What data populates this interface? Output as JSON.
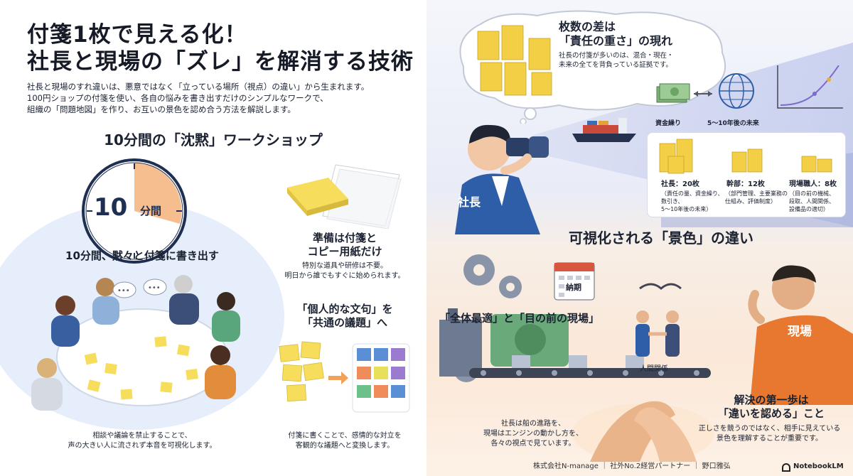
{
  "left": {
    "title_line1": "付箋1枚で見える化！",
    "title_line2": "社長と現場の「ズレ」を解消する技術",
    "intro_line1": "社長と現場のすれ違いは、悪意ではなく「立っている場所（視点）の違い」から生まれます。",
    "intro_line2": "100円ショップの付箋を使い、各自の悩みを書き出すだけのシンプルなワークで、",
    "intro_line3": "組織の「問題地図」を作り、お互いの景色を認め合う方法を解説します。",
    "workshop_title": "10分間の「沈黙」ワークショップ",
    "timer_number": "10",
    "timer_unit": "分間",
    "workshop_caption": "10分間、黙々と付箋に書き出す",
    "workshop_note_line1": "相談や議論を禁止することで、",
    "workshop_note_line2": "声の大きい人に流されず本音を可視化します。",
    "prep_title_line1": "準備は付箋と",
    "prep_title_line2": "コピー用紙だけ",
    "prep_desc_line1": "特別な道具や研修は不要。",
    "prep_desc_line2": "明日から誰でもすぐに始められます。",
    "conv_title_line1": "「個人的な文句」を",
    "conv_title_line2": "「共通の議題」へ",
    "conv_desc_line1": "付箋に書くことで、感情的な対立を",
    "conv_desc_line2": "客観的な議題へと変換します。"
  },
  "right": {
    "bubble_title_line1": "枚数の差は",
    "bubble_title_line2": "「責任の重さ」の現れ",
    "bubble_desc_line1": "社長の付箋が多いのは、混合・現在・",
    "bubble_desc_line2": "未来の全てを背負っている証拠です。",
    "money_label": "資金繰り",
    "future_label": "5〜10年後の未来",
    "president_label": "社長",
    "stat_pres_title": "社長：20枚",
    "stat_pres_desc_line1": "（責任の量、資金繰り、",
    "stat_pres_desc_line2": "数引き、",
    "stat_pres_desc_line3": "5〜10年後の未来）",
    "stat_mgr_title": "幹部：12枚",
    "stat_mgr_desc_line1": "（部門管理、主要業務の",
    "stat_mgr_desc_line2": "仕組み、評価制度）",
    "stat_site_title": "現場職人：8枚",
    "stat_site_desc_line1": "（目の前の機械、",
    "stat_site_desc_line2": "段取、人間関係、",
    "stat_site_desc_line3": "設備品の適切）",
    "visual_title": "可視化される「景色」の違い",
    "calendar_label": "納期",
    "opt_label": "「全体最適」と「目の前の現場」",
    "relation_label": "人間関係",
    "site_label": "現場",
    "metaphor_line1": "社長は船の進路を、",
    "metaphor_line2": "現場はエンジンの動かし方を、",
    "metaphor_line3": "各々の視点で見ています。",
    "solution_title_line1": "解決の第一歩は",
    "solution_title_line2": "「違いを認める」こと",
    "solution_desc_line1": "正しさを競うのではなく、相手に見えている",
    "solution_desc_line2": "景色を理解することが重要です。"
  },
  "footer": {
    "credit": "株式会社N-manage ｜ 社外No.2経営パートナー ｜ 野口雅弘",
    "brand": "NotebookLM"
  },
  "colors": {
    "navy": "#1b2a4e",
    "orange": "#e8782f",
    "note_yellow": "#f6dd5c",
    "blue_jacket": "#2f5ea8"
  }
}
